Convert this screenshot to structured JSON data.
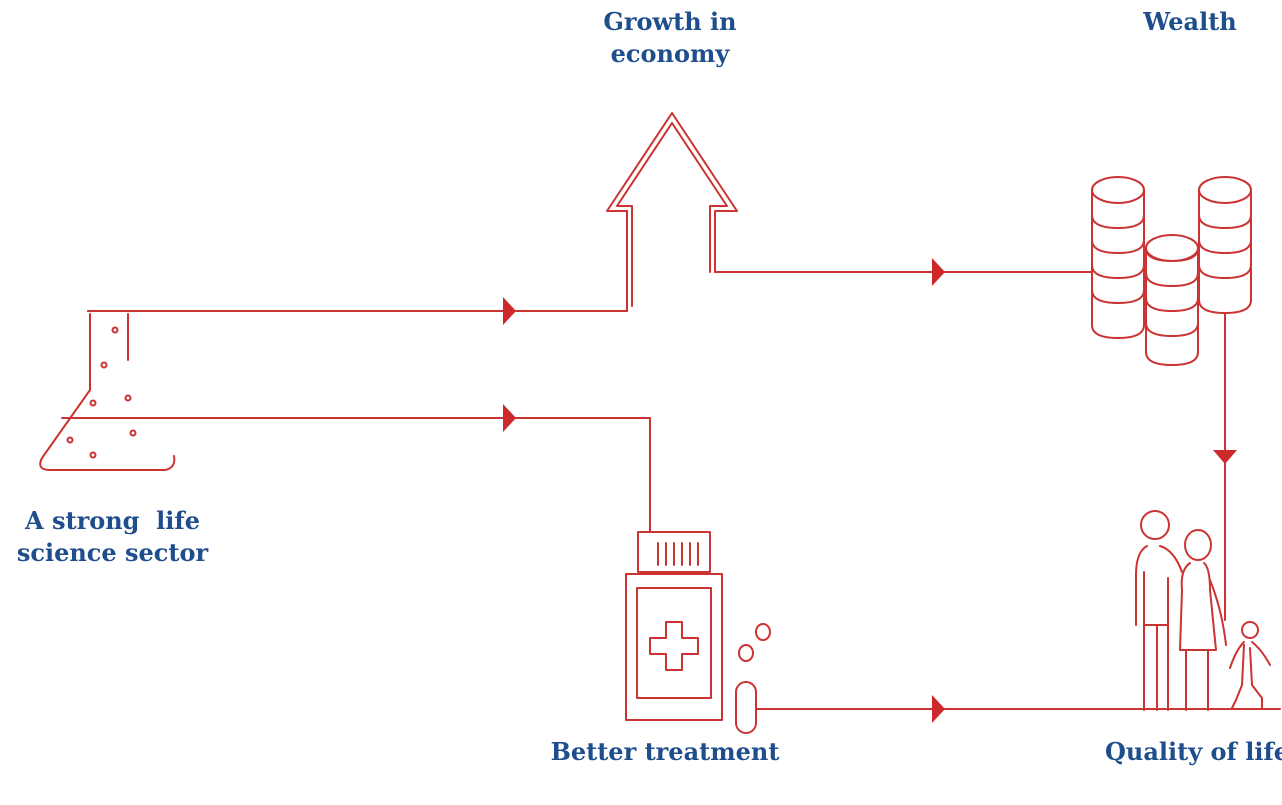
{
  "colors": {
    "line": "#cc3333",
    "arrow": "#cc2a2a",
    "text": "#1f4e8c"
  },
  "nodes": {
    "sector": {
      "line1": "A strong  life",
      "line2": "science sector",
      "icon": "flask-icon"
    },
    "growth": {
      "line1": "Growth in",
      "line2": "economy",
      "icon": "up-arrow-icon"
    },
    "wealth": {
      "line1": "Wealth",
      "icon": "coin-stacks-icon"
    },
    "treatment": {
      "line1": "Better treatment",
      "icon": "medicine-bottle-icon"
    },
    "quality": {
      "line1": "Quality of life",
      "icon": "family-icon"
    }
  }
}
